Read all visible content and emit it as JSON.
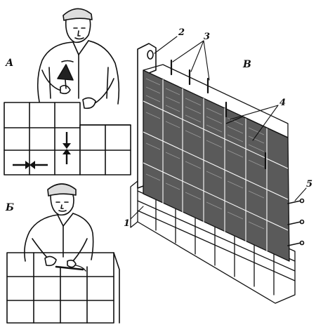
{
  "panels": {
    "a": "А",
    "b": "Б",
    "v": "В"
  },
  "callouts": [
    "1",
    "2",
    "3",
    "4",
    "5"
  ]
}
